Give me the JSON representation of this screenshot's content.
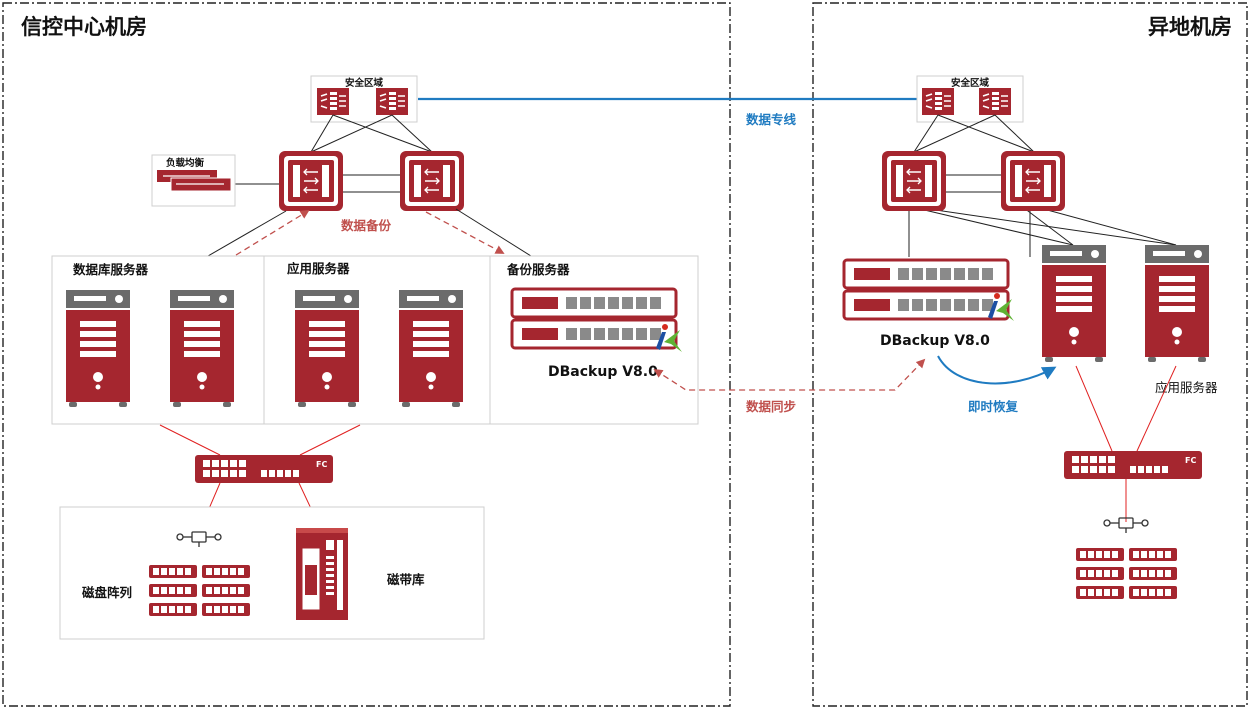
{
  "diagram": {
    "left_room": {
      "title": "信控中心机房",
      "security_zone": "安全区域",
      "load_balancer": "负载均衡",
      "db_servers": "数据库服务器",
      "app_servers": "应用服务器",
      "backup_servers": "备份服务器",
      "backup_product": "DBackup V8.0",
      "switch_tag": "FC",
      "disk_array": "磁盘阵列",
      "tape_library": "磁带库",
      "data_backup": "数据备份"
    },
    "right_room": {
      "title": "异地机房",
      "security_zone": "安全区域",
      "backup_product": "DBackup V8.0",
      "app_servers": "应用服务器",
      "switch_tag": "FC",
      "instant_recovery": "即时恢复"
    },
    "links": {
      "dedicated_line": "数据专线",
      "data_sync": "数据同步"
    },
    "colors": {
      "brand_red": "#a5262f",
      "link_blue": "#1f7bc1",
      "dashed_red": "#c0504d",
      "panel_border": "#cfcfcf"
    }
  }
}
